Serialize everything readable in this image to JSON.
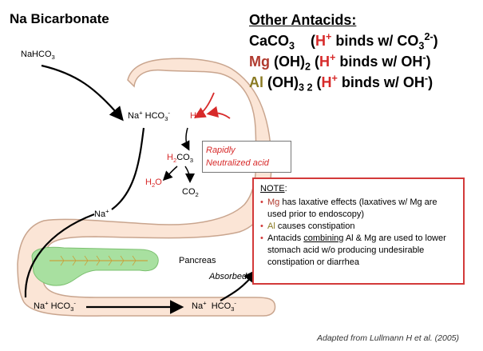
{
  "title": "Na Bicarbonate",
  "labels": {
    "nahco3": "NaHCO",
    "nahco3_sub": "3",
    "na_hco3_stomach": "Na",
    "hco3": "HCO",
    "hplus": "H",
    "h2co3_h": "H",
    "h2co3_co": "CO",
    "h2o_h": "H",
    "h2o_o": "O",
    "co2_co": "CO",
    "na_mid": "Na",
    "pancreas": "Pancreas",
    "absorbed": "Absorbed",
    "sub2": "2",
    "sub3": "3",
    "plus": "+",
    "minus": "-"
  },
  "rapid": {
    "line1": "Rapidly",
    "line2": "Neutralized acid"
  },
  "other_antacids": {
    "header": "Other Antacids:",
    "caco3_ca": "CaCO",
    "caco3_sub": "3",
    "caco3_rest": "binds w/ CO",
    "caco3_charge": "2-",
    "mg": "Mg",
    "mg_rest": "(OH)",
    "mg_sub": "2",
    "al": "Al",
    "al_rest": "(OH)",
    "al_sub": "3 2",
    "h": "H",
    "binds_oh": "binds w/ OH"
  },
  "note": {
    "title": "NOTE",
    "items": [
      {
        "lead": "Mg",
        "text": " has laxative effects (laxatives w/ Mg are used prior to endoscopy)"
      },
      {
        "lead": "Al",
        "text": " causes constipation"
      },
      {
        "lead": "",
        "pre": "Antacids ",
        "u": "combining",
        "text": " Al & Mg are used to lower stomach acid w/o producing undesirable constipation or diarrhea"
      }
    ]
  },
  "credit": "Adapted from Lullmann H et al. (2005)",
  "colors": {
    "stomach_fill": "#fbe5d6",
    "stomach_stroke": "#c9a58e",
    "pancreas_fill": "#a8e0a0",
    "red": "#d72a2a",
    "mg": "#b03a2e",
    "al": "#8a7a22"
  }
}
